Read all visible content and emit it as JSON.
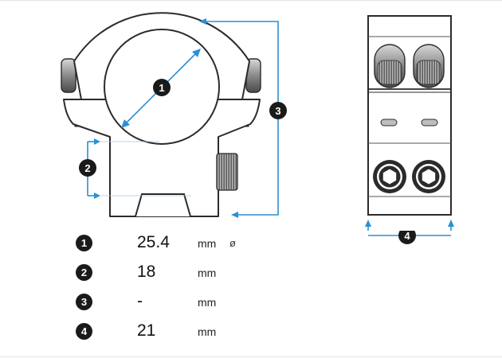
{
  "colors": {
    "dimension_line": "#2a8fd6",
    "outline": "#2b2b2b",
    "body_fill": "#ffffff",
    "badge": "#1a1a1a"
  },
  "markers": {
    "m1": "1",
    "m2": "2",
    "m3": "3",
    "m4": "4"
  },
  "specs": [
    {
      "marker": "1",
      "value": "25.4",
      "unit": "mm",
      "symbol": "ø"
    },
    {
      "marker": "2",
      "value": "18",
      "unit": "mm",
      "symbol": ""
    },
    {
      "marker": "3",
      "value": "-",
      "unit": "mm",
      "symbol": ""
    },
    {
      "marker": "4",
      "value": "21",
      "unit": "mm",
      "symbol": ""
    }
  ]
}
